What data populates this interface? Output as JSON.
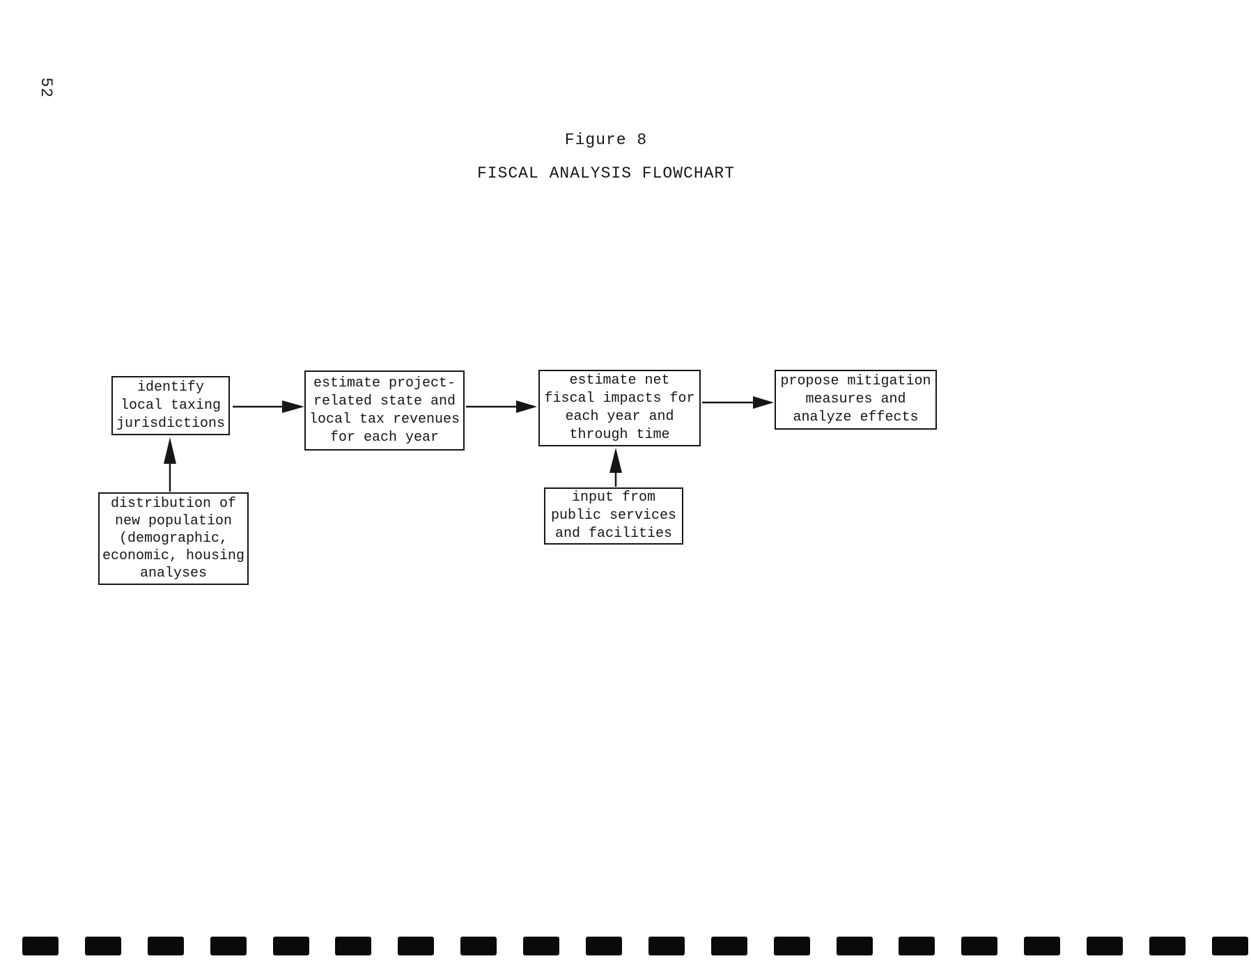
{
  "page": {
    "number": "52",
    "figure_label": "Figure 8",
    "figure_title": "FISCAL ANALYSIS FLOWCHART",
    "perforation_marks": 20
  },
  "colors": {
    "ink": "#161616",
    "paper": "#ffffff"
  },
  "flowchart": {
    "boxes": {
      "identify": {
        "text": "identify\nlocal taxing\njurisdictions"
      },
      "estimate_revenues": {
        "text": "estimate project-\nrelated state and\nlocal tax revenues\nfor each year"
      },
      "estimate_impacts": {
        "text": "estimate net\nfiscal impacts for\neach year and\nthrough time"
      },
      "propose_mitigation": {
        "text": "propose mitigation\nmeasures and\nanalyze effects"
      },
      "distribution": {
        "text": "distribution of\nnew population\n(demographic,\neconomic, housing\nanalyses"
      },
      "input_services": {
        "text": "input from\npublic services\nand facilities"
      }
    },
    "connections": [
      {
        "from": "distribution",
        "to": "identify"
      },
      {
        "from": "identify",
        "to": "estimate_revenues"
      },
      {
        "from": "estimate_revenues",
        "to": "estimate_impacts"
      },
      {
        "from": "input_services",
        "to": "estimate_impacts"
      },
      {
        "from": "estimate_impacts",
        "to": "propose_mitigation"
      }
    ]
  }
}
